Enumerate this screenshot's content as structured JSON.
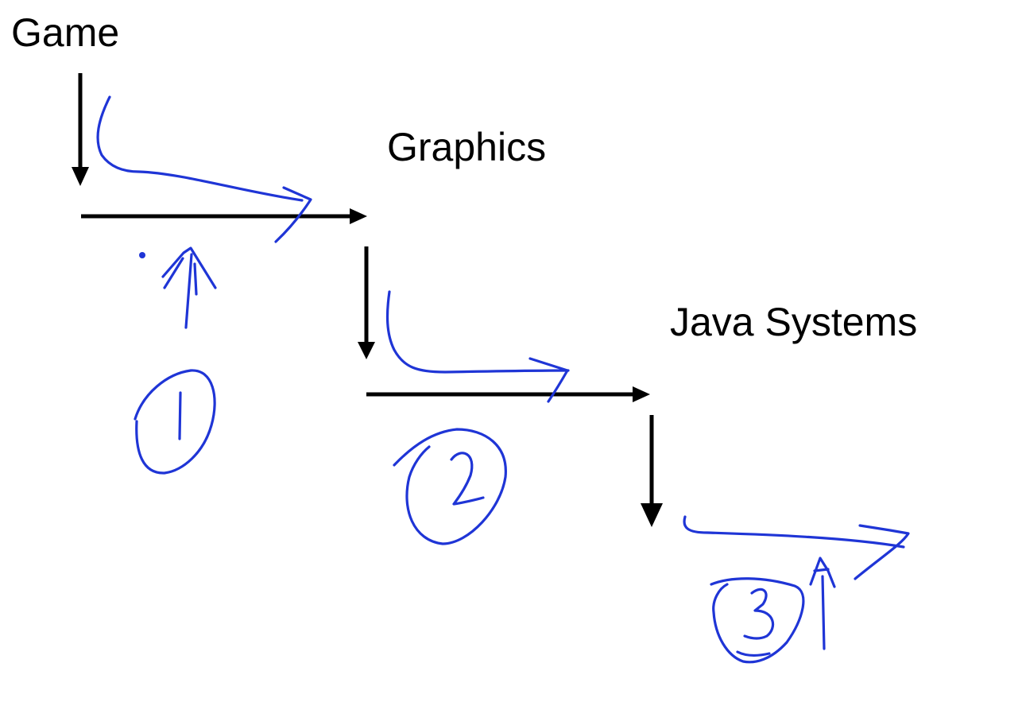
{
  "diagram": {
    "type": "staircase-hierarchy",
    "levels": [
      {
        "label": "Game",
        "annotation_number": "1"
      },
      {
        "label": "Graphics",
        "annotation_number": "2"
      },
      {
        "label": "Java Systems",
        "annotation_number": "3"
      }
    ],
    "colors": {
      "text": "#000000",
      "axis_arrows": "#000000",
      "handwritten_ink": "#1f35d6",
      "background": "#ffffff"
    }
  }
}
